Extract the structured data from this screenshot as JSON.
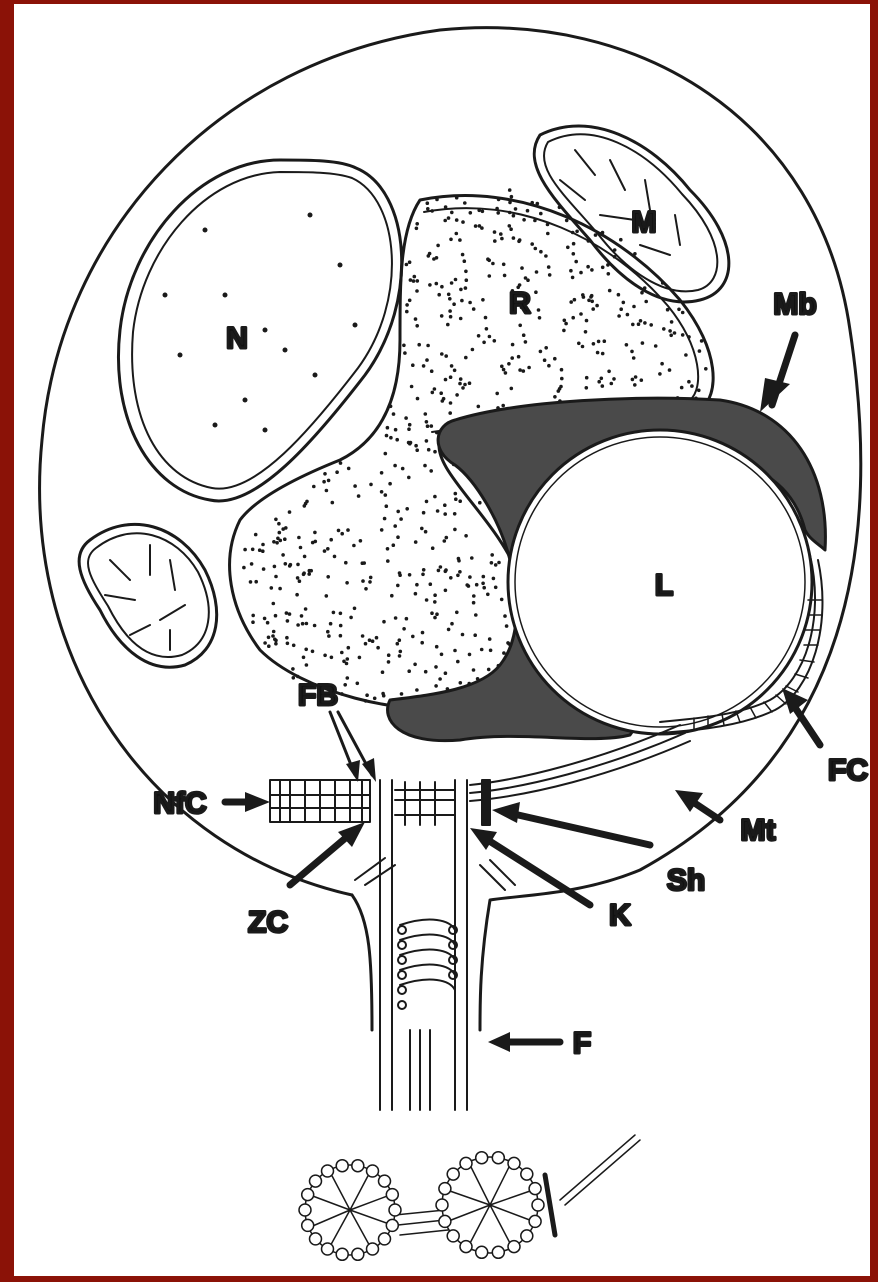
{
  "colors": {
    "frame": "#8b1207",
    "paper": "#ffffff",
    "ink": "#1a1a1a",
    "membrane_fill": "#4a4a4a"
  },
  "labels": {
    "N": "N",
    "R": "R",
    "M": "M",
    "Mb": "Mb",
    "L": "L",
    "FC": "FC",
    "FB": "FB",
    "NfC": "NfC",
    "ZC": "ZC",
    "Mt": "Mt",
    "Sh": "Sh",
    "K": "K",
    "F": "F"
  }
}
